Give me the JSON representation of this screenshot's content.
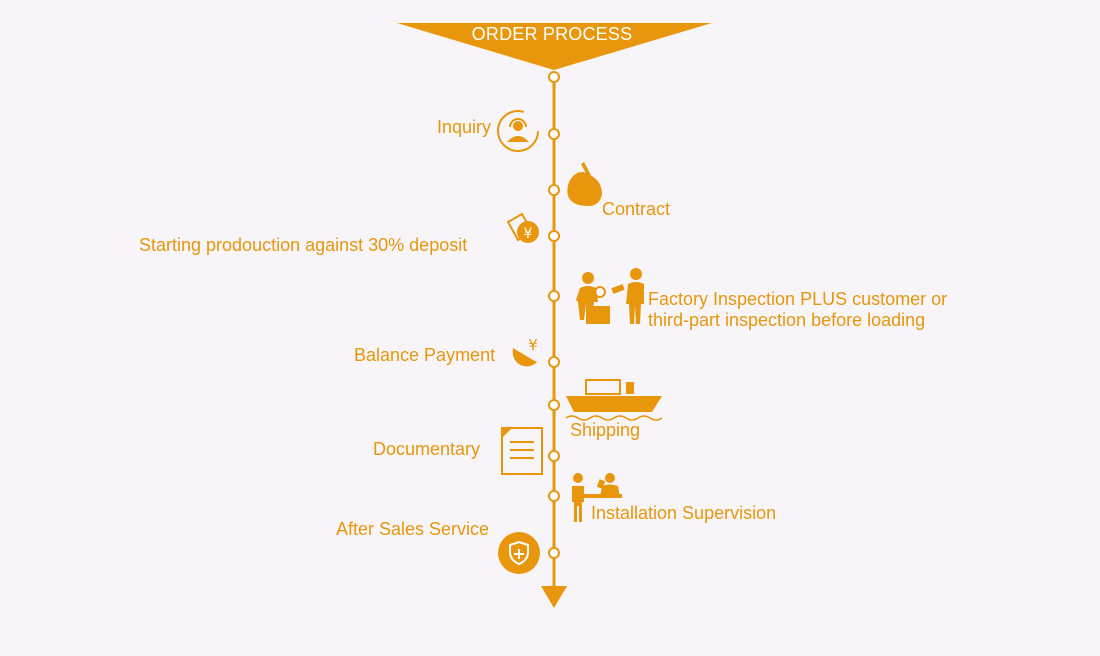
{
  "title": "ORDER PROCESS",
  "colors": {
    "accent": "#e8960c",
    "background": "#f7f5f7",
    "node_fill": "#ffffff"
  },
  "steps": [
    {
      "label": "Inquiry",
      "icon": "headset-agent-icon",
      "side": "left"
    },
    {
      "label": "Contract",
      "icon": "quill-pen-icon",
      "side": "right"
    },
    {
      "label": "Starting prodouction against 30% deposit",
      "icon": "yen-coin-icon",
      "side": "left"
    },
    {
      "label_lines": [
        "Factory Inspection PLUS customer or",
        "third-part inspection before loading"
      ],
      "icon": "inspection-workers-icon",
      "side": "right"
    },
    {
      "label": "Balance Payment",
      "icon": "yen-payment-icon",
      "side": "left"
    },
    {
      "label": "Shipping",
      "icon": "cargo-ship-icon",
      "side": "right"
    },
    {
      "label": "Documentary",
      "icon": "document-icon",
      "side": "left"
    },
    {
      "label": "Installation Supervision",
      "icon": "installation-workers-icon",
      "side": "right"
    },
    {
      "label": "After Sales Service",
      "icon": "shield-plus-icon",
      "side": "left"
    }
  ]
}
